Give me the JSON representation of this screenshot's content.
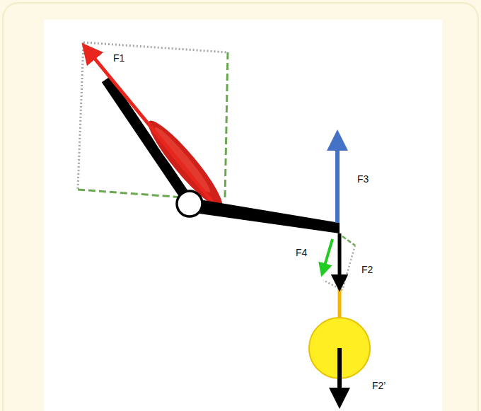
{
  "diagram": {
    "labels": [
      "F1",
      "F3",
      "F4",
      "F2",
      "F2’"
    ]
  }
}
